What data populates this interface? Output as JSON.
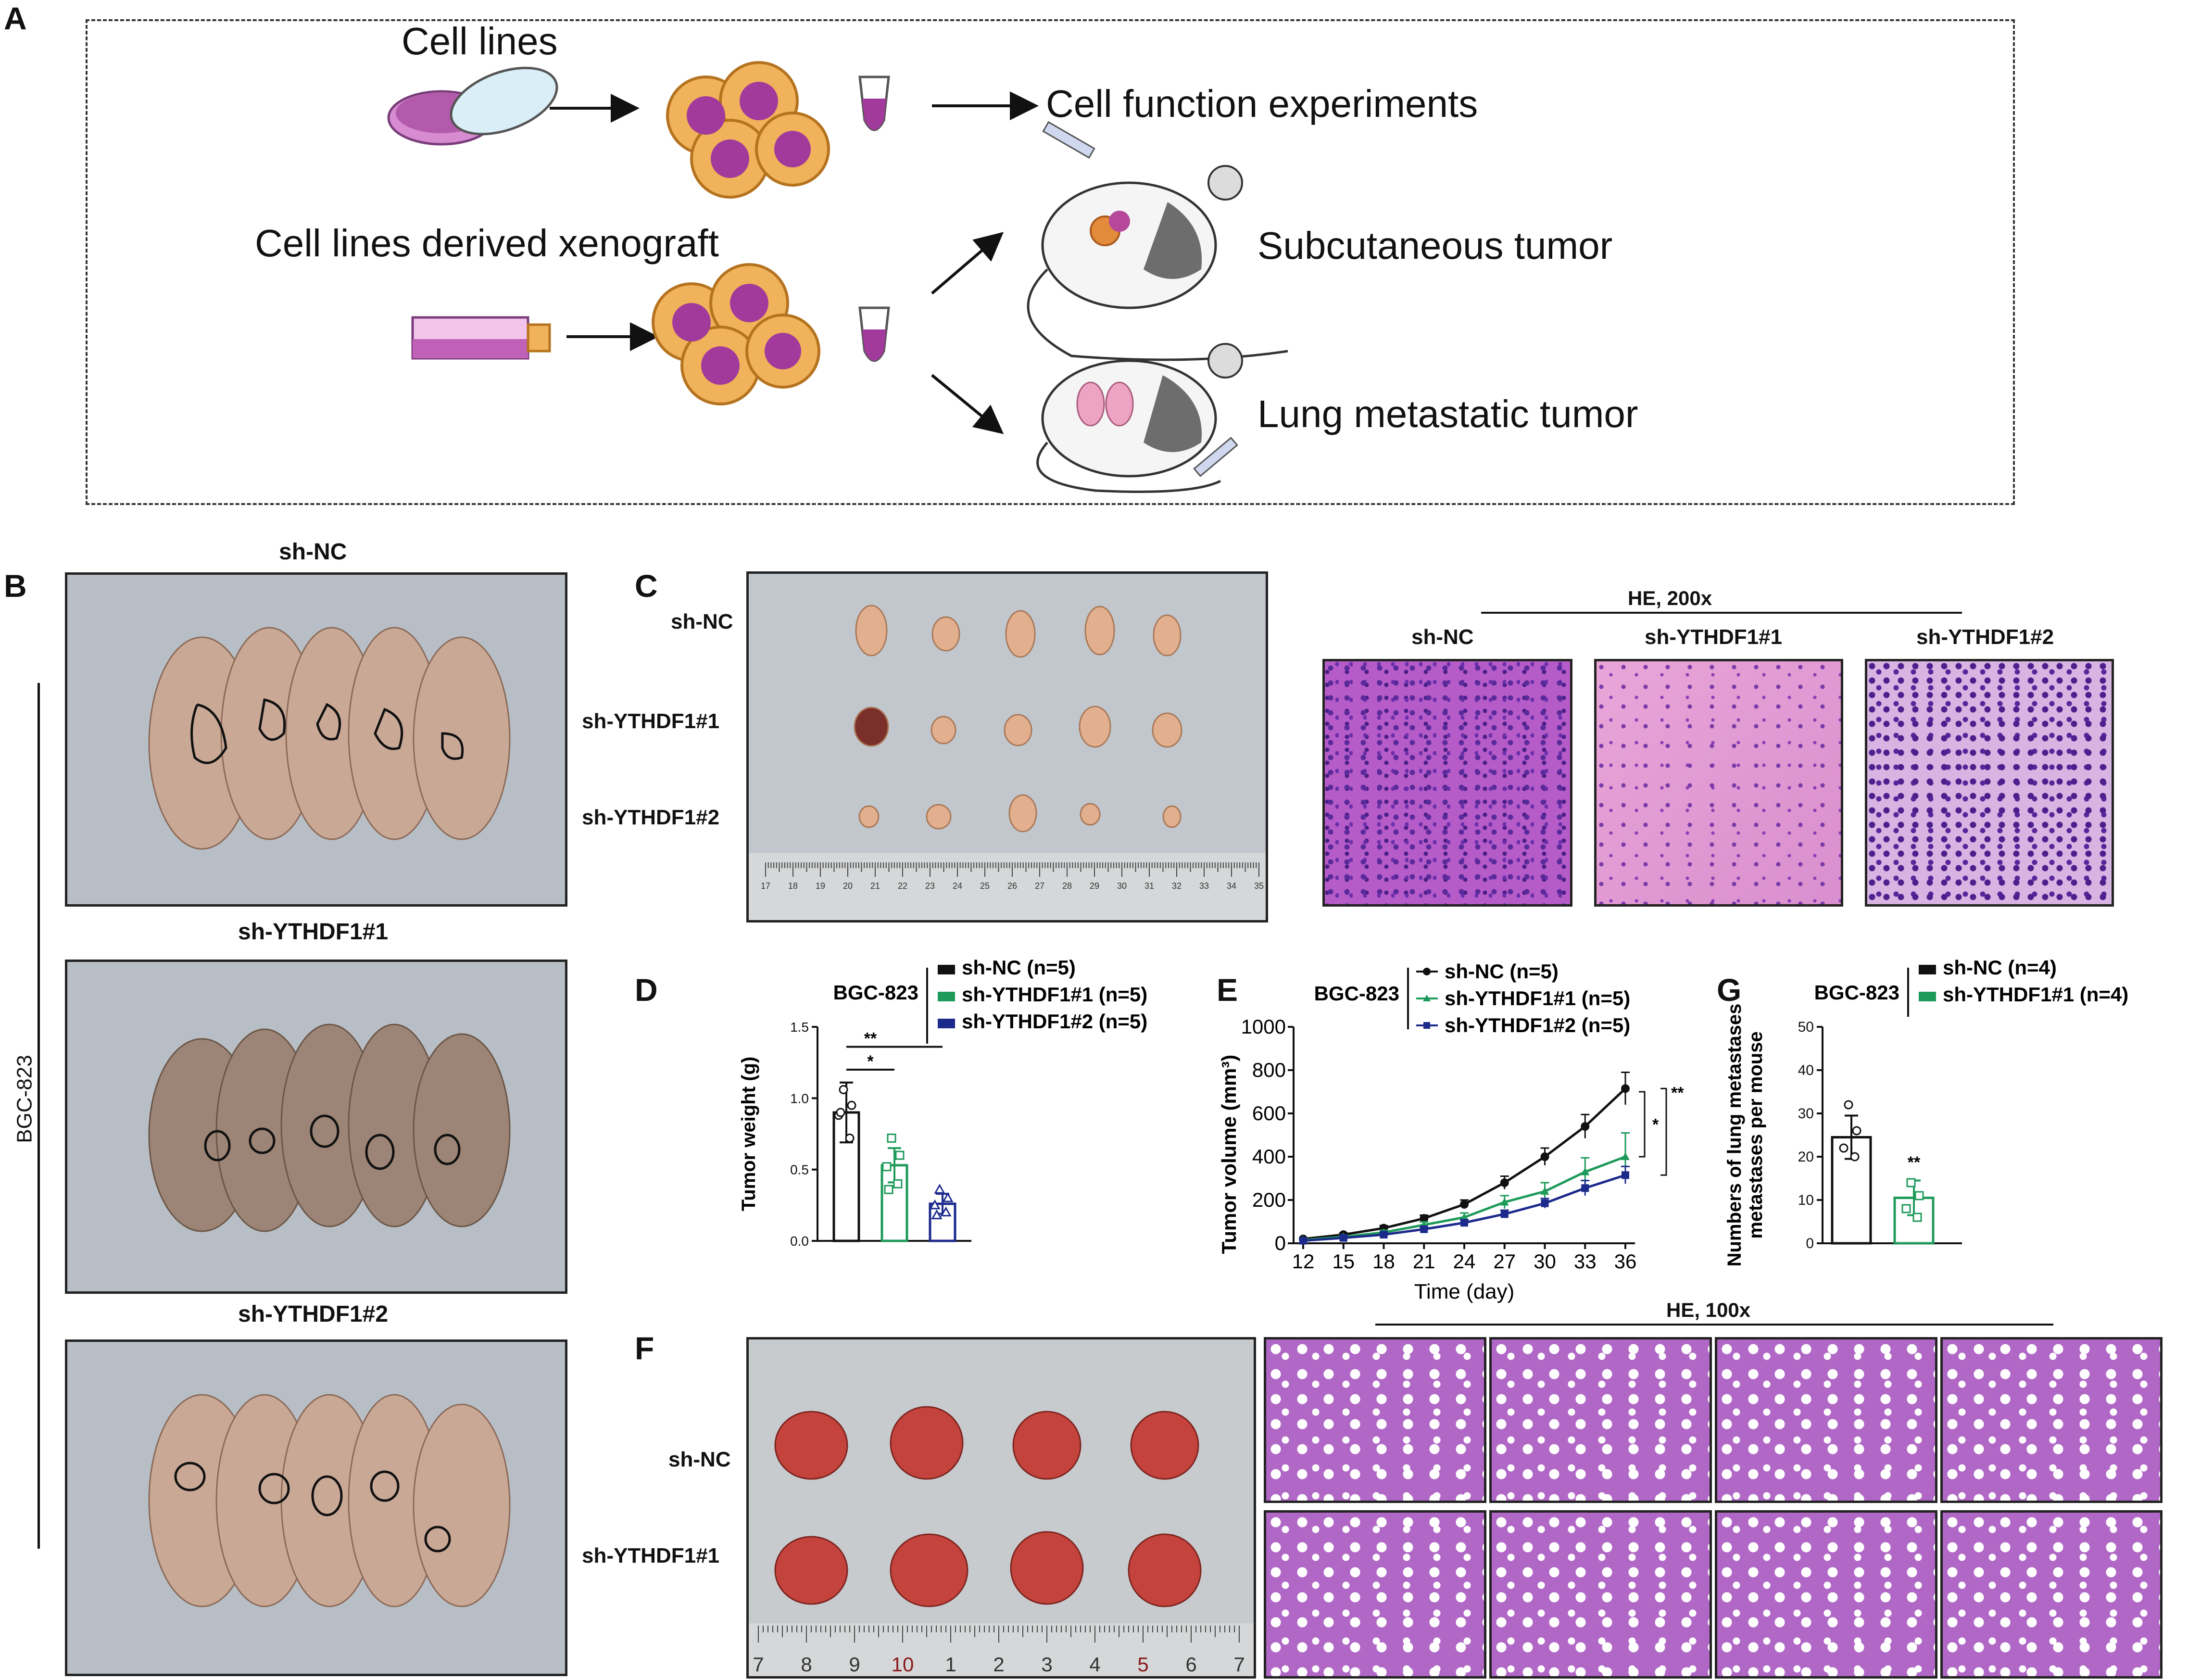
{
  "panel_letters": {
    "A": "A",
    "B": "B",
    "C": "C",
    "D": "D",
    "E": "E",
    "F": "F",
    "G": "G"
  },
  "panelA": {
    "cell_lines": "Cell lines",
    "xenograft": "Cell lines derived xenograft",
    "cell_function": "Cell function experiments",
    "subcutaneous": "Subcutaneous tumor",
    "lung": "Lung metastatic  tumor"
  },
  "panelB": {
    "side_label": "BGC-823",
    "titles": [
      "sh-NC",
      "sh-YTHDF1#1",
      "sh-YTHDF1#2"
    ]
  },
  "panelC": {
    "rows": [
      "sh-NC",
      "sh-YTHDF1#1",
      "sh-YTHDF1#2"
    ],
    "ruler_ticks": [
      "17",
      "18",
      "19",
      "20",
      "21",
      "22",
      "23",
      "24",
      "25",
      "26",
      "27",
      "28",
      "29",
      "30",
      "31",
      "32",
      "33",
      "34",
      "35"
    ],
    "he_title": "HE, 200x",
    "he_labels": [
      "sh-NC",
      "sh-YTHDF1#1",
      "sh-YTHDF1#2"
    ]
  },
  "panelF": {
    "rows": [
      "sh-NC",
      "sh-YTHDF1#1"
    ],
    "ruler_ticks": [
      "7",
      "8",
      "9",
      "10",
      "1",
      "2",
      "3",
      "4",
      "5",
      "6",
      "7"
    ],
    "he_title": "HE, 100x"
  },
  "colors": {
    "black": "#111111",
    "green": "#1e9a5a",
    "navy": "#1c2a8c"
  },
  "chart_data": [
    {
      "panel": "D",
      "type": "bar",
      "title": "BGC-823",
      "ylabel": "Tumor weight (g)",
      "ylim": [
        0,
        1.5
      ],
      "yticks": [
        "0.0",
        "0.5",
        "1.0",
        "1.5"
      ],
      "legend": [
        "sh-NC (n=5)",
        "sh-YTHDF1#1 (n=5)",
        "sh-YTHDF1#2 (n=5)"
      ],
      "categories": [
        "sh-NC",
        "sh-YTHDF1#1",
        "sh-YTHDF1#2"
      ],
      "values": [
        0.9,
        0.53,
        0.26
      ],
      "errors": [
        0.21,
        0.12,
        0.07
      ],
      "points": [
        [
          1.06,
          0.95,
          0.88,
          0.72,
          0.9
        ],
        [
          0.72,
          0.6,
          0.52,
          0.4,
          0.36
        ],
        [
          0.36,
          0.3,
          0.25,
          0.2,
          0.18
        ]
      ],
      "significance": [
        "**",
        "*"
      ]
    },
    {
      "panel": "E",
      "type": "line",
      "title": "BGC-823",
      "xlabel": "Time (day)",
      "ylabel": "Tumor volume (mm³)",
      "x": [
        12,
        15,
        18,
        21,
        24,
        27,
        30,
        33,
        36
      ],
      "xlim": [
        12,
        36
      ],
      "ylim": [
        0,
        1000
      ],
      "yticks": [
        "0",
        "200",
        "400",
        "600",
        "800",
        "1000"
      ],
      "series": [
        {
          "name": "sh-NC (n=5)",
          "values": [
            20,
            40,
            70,
            115,
            180,
            280,
            400,
            540,
            715
          ],
          "errors": [
            5,
            8,
            12,
            15,
            20,
            30,
            40,
            55,
            75
          ]
        },
        {
          "name": "sh-YTHDF1#1 (n=5)",
          "values": [
            15,
            30,
            50,
            85,
            120,
            190,
            240,
            330,
            400
          ],
          "errors": [
            4,
            6,
            10,
            14,
            20,
            30,
            40,
            65,
            110
          ]
        },
        {
          "name": "sh-YTHDF1#2 (n=5)",
          "values": [
            12,
            25,
            40,
            65,
            95,
            135,
            185,
            255,
            315
          ],
          "errors": [
            3,
            5,
            8,
            10,
            14,
            18,
            22,
            35,
            40
          ]
        }
      ],
      "significance": [
        "*",
        "**"
      ]
    },
    {
      "panel": "G",
      "type": "bar",
      "title": "BGC-823",
      "ylabel": "Numbers of  lung metastases per mouse",
      "ylim": [
        0,
        50
      ],
      "yticks": [
        "0",
        "10",
        "20",
        "30",
        "40",
        "50"
      ],
      "legend": [
        "sh-NC (n=4)",
        "sh-YTHDF1#1 (n=4)"
      ],
      "categories": [
        "sh-NC",
        "sh-YTHDF1#1"
      ],
      "values": [
        24.5,
        10.5
      ],
      "errors": [
        5,
        4
      ],
      "points": [
        [
          32,
          26,
          22,
          20
        ],
        [
          14,
          11,
          8,
          6
        ]
      ],
      "significance": [
        "**"
      ]
    }
  ]
}
